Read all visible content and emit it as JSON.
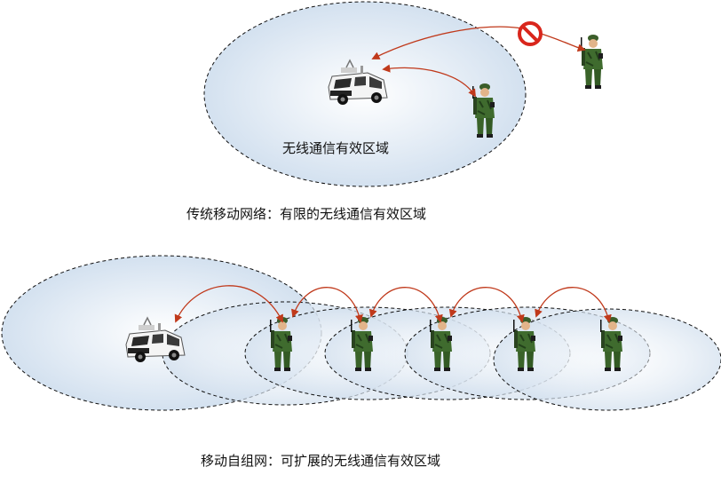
{
  "top_diagram": {
    "zone_label": "无线通信有效区域",
    "caption": "传统移动网络：有限的无线通信有效区域"
  },
  "bottom_diagram": {
    "caption": "移动自组网：可扩展的无线通信有效区域"
  },
  "colors": {
    "zone_fill": "#dce7f3",
    "zone_stroke": "#111111",
    "arrow": "#c0391b",
    "no_signal": "#d9261c",
    "soldier_uniform": "#3f6b2e",
    "vehicle_body": "#f4f4f4",
    "vehicle_dark": "#2a2a2a"
  },
  "icons": [
    "command-vehicle-icon",
    "soldier-radio-icon",
    "no-signal-icon"
  ]
}
